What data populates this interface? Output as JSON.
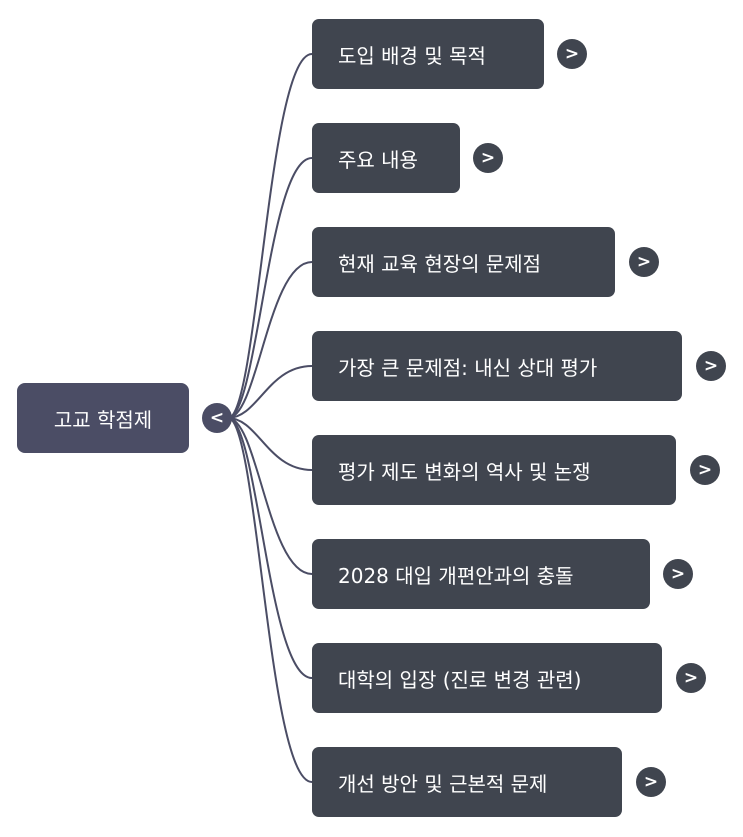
{
  "root": {
    "label": "고교 학점제",
    "toggle": "<"
  },
  "children": [
    {
      "label": "도입 배경 및 목적",
      "toggle": ">"
    },
    {
      "label": "주요 내용",
      "toggle": ">"
    },
    {
      "label": "현재 교육 현장의 문제점",
      "toggle": ">"
    },
    {
      "label": "가장 큰 문제점: 내신 상대 평가",
      "toggle": ">"
    },
    {
      "label": "평가 제도 변화의 역사 및 논쟁",
      "toggle": ">"
    },
    {
      "label": "2028 대입 개편안과의 충돌",
      "toggle": ">"
    },
    {
      "label": "대학의 입장 (진로 변경 관련)",
      "toggle": ">"
    },
    {
      "label": "개선 방안 및 근본적 문제",
      "toggle": ">"
    }
  ],
  "colors": {
    "root": "#4b4d65",
    "node": "#40454f",
    "link": "#4b4d65"
  }
}
